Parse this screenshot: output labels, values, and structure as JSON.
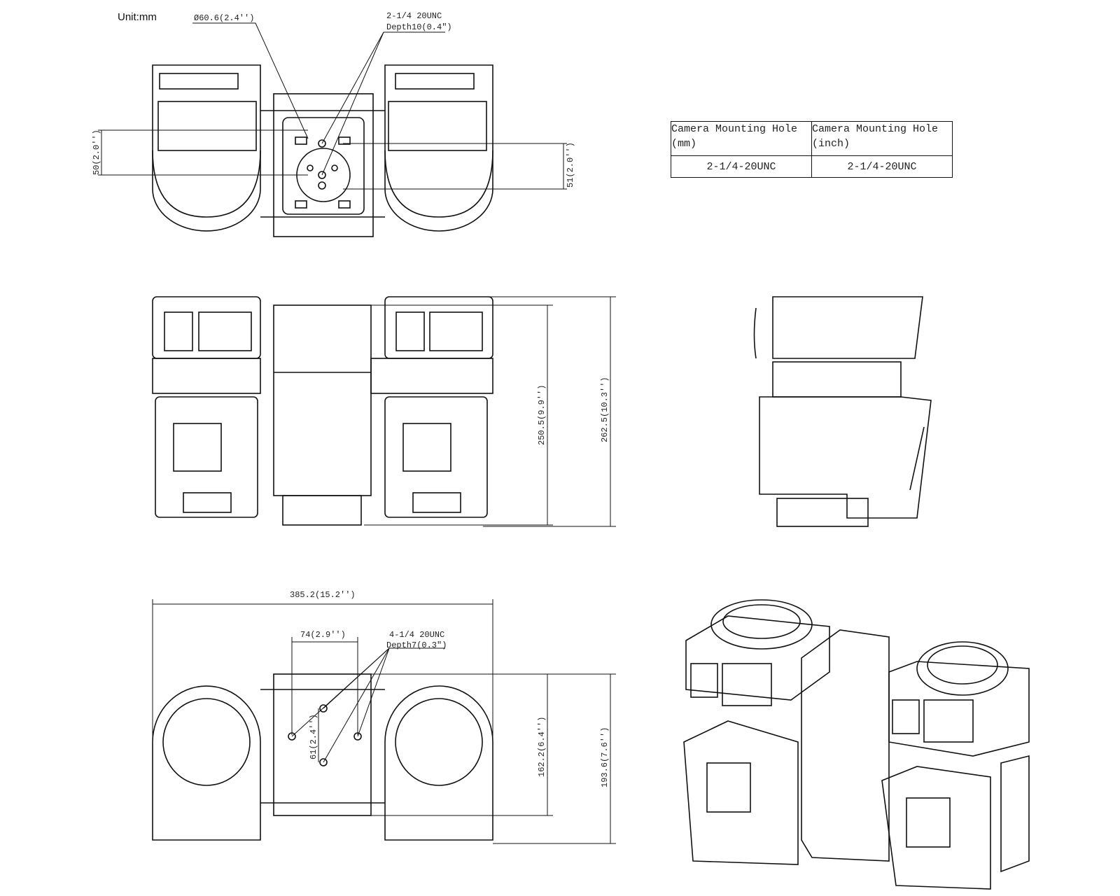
{
  "unit_label": "Unit:mm",
  "top_view": {
    "diameter_callout": "Ø60.6(2.4'')",
    "hole_callout_1": "2-1/4 20UNC",
    "hole_callout_2": "Depth10(0.4\")",
    "dim_left": "50(2.0'')",
    "dim_right": "51(2.0'')"
  },
  "front_view": {
    "dim_height_inner": "250.5(9.9'')",
    "dim_height_outer": "262.5(10.3'')"
  },
  "bottom_view": {
    "dim_width": "385.2(15.2'')",
    "dim_hole_spacing": "74(2.9'')",
    "hole_callout_1": "4-1/4 20UNC",
    "hole_callout_2": "Depth7(0.3\")",
    "dim_hole_vertical": "61(2.4'')",
    "dim_depth_inner": "162.2(6.4'')",
    "dim_depth_outer": "193.6(7.6'')"
  },
  "table": {
    "headers": [
      "Camera Mounting Hole (mm)",
      "Camera Mounting Hole (inch)"
    ],
    "header_lines": [
      [
        "Camera Mounting Hole",
        "(mm)"
      ],
      [
        "Camera Mounting Hole",
        "(inch)"
      ]
    ],
    "rows": [
      [
        "2-1/4-20UNC",
        "2-1/4-20UNC"
      ]
    ]
  }
}
